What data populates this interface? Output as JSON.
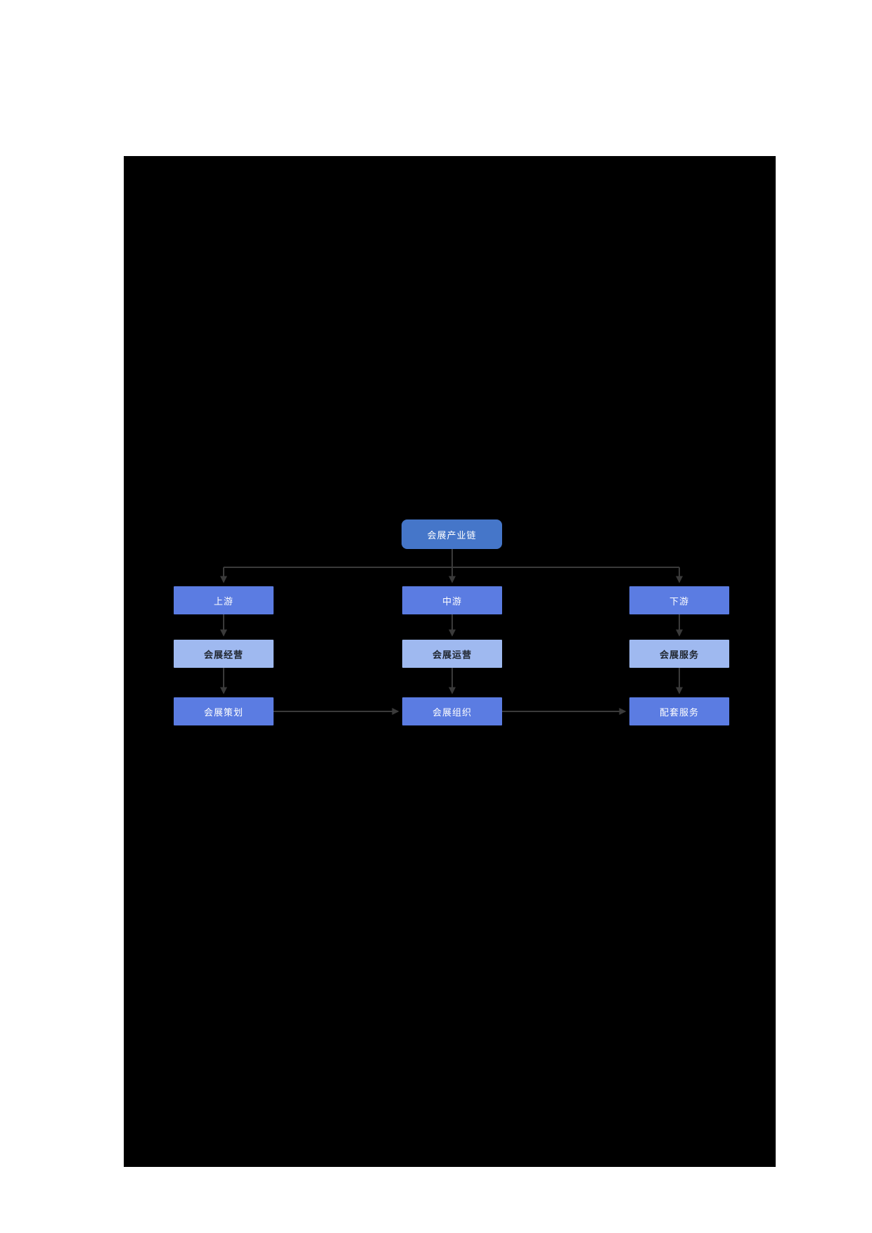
{
  "page": {
    "outer_background": "#ffffff",
    "canvas_background": "#000000"
  },
  "colors": {
    "root_node_fill": "#4576c9",
    "branch_node_fill": "#5b7ce2",
    "light_node_fill": "#9fb9f0",
    "light_node_text": "#20262f",
    "node_text": "#ffffff",
    "edge": "#3a3a3a"
  },
  "diagram": {
    "nodes": [
      {
        "id": "industry-chain",
        "label": "会展产业链"
      },
      {
        "id": "upstream",
        "label": "上游"
      },
      {
        "id": "midstream",
        "label": "中游"
      },
      {
        "id": "downstream",
        "label": "下游"
      },
      {
        "id": "exhibition-management",
        "label": "会展经营"
      },
      {
        "id": "exhibition-operation",
        "label": "会展运营"
      },
      {
        "id": "exhibition-service",
        "label": "会展服务"
      },
      {
        "id": "exhibition-planning",
        "label": "会展策划"
      },
      {
        "id": "exhibition-organization",
        "label": "会展组织"
      },
      {
        "id": "supporting-service",
        "label": "配套服务"
      }
    ],
    "edges": [
      {
        "from": "industry-chain",
        "to": "upstream"
      },
      {
        "from": "industry-chain",
        "to": "midstream"
      },
      {
        "from": "industry-chain",
        "to": "downstream"
      },
      {
        "from": "upstream",
        "to": "exhibition-management"
      },
      {
        "from": "midstream",
        "to": "exhibition-operation"
      },
      {
        "from": "downstream",
        "to": "exhibition-service"
      },
      {
        "from": "exhibition-management",
        "to": "exhibition-planning"
      },
      {
        "from": "exhibition-operation",
        "to": "exhibition-organization"
      },
      {
        "from": "exhibition-service",
        "to": "supporting-service"
      },
      {
        "from": "exhibition-planning",
        "to": "exhibition-organization"
      },
      {
        "from": "exhibition-organization",
        "to": "supporting-service"
      }
    ]
  }
}
